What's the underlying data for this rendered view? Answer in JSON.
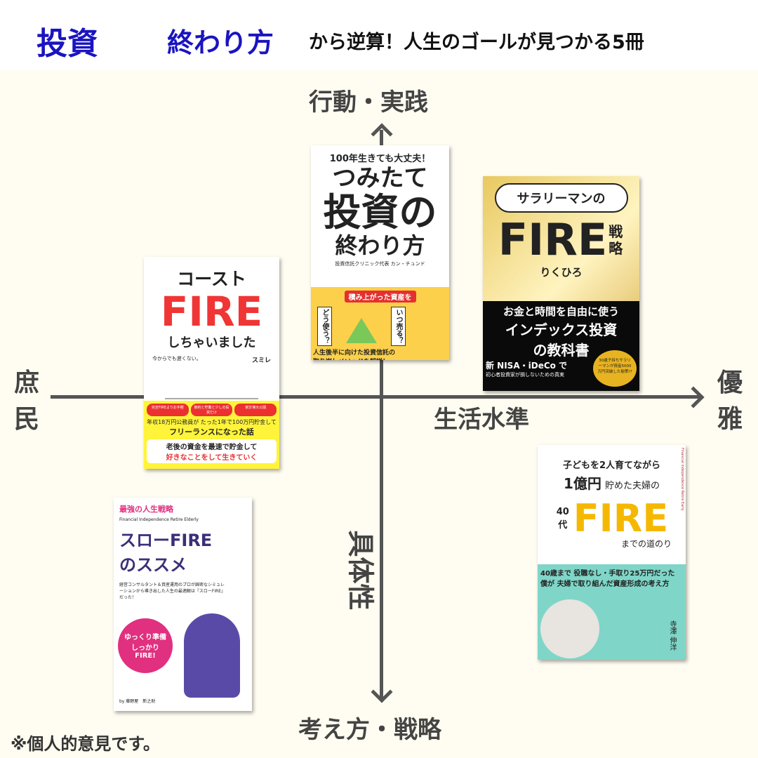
{
  "header": {
    "word1": "投資",
    "word2": "終わり方",
    "rest": "から逆算！人生のゴールが見つかる5冊"
  },
  "axes": {
    "top": "行動・実践",
    "bottom": "考え方・戦略",
    "left": "庶民",
    "right": "優雅",
    "x_label": "生活水準",
    "y_label": "具体性"
  },
  "colors": {
    "title_blue": "#1a14c0",
    "axis": "#555555",
    "background": "#fffdf1"
  },
  "books": [
    {
      "title_top": "コースト",
      "title_main": "FIRE",
      "title_sub": "しちゃいました",
      "tagline": "今からでも遅くない。",
      "author": "スミレ",
      "badges": [
        "完全FIREよりお手軽",
        "節約と貯蓄と少しの投資だけ",
        "家計簿大公開"
      ],
      "blurb1": "年収18万円公務員が たった1年で100万円貯金して",
      "blurb2": "フリーランスになった話",
      "bottom1": "老後の資金を最速で貯金して",
      "bottom2": "好きなことをして生きていく"
    },
    {
      "top": "100年生きても大丈夫！",
      "title1": "つみたて",
      "title2": "投資の",
      "title3": "終わり方",
      "author": "投資信託クリニック代表 カン・チュンド",
      "band": "積み上がった資産を",
      "q1": "どう使う？",
      "q2": "いつ売る？",
      "bottom": "人生後半に向けた投資信託の取り崩しメソッドを解説！"
    },
    {
      "bubble": "サラリーマンの",
      "title": "FIRE",
      "title_side": "戦略",
      "author": "りくひろ",
      "line1": "お金と時間を自由に使う",
      "line2": "インデックス投資",
      "line3": "の教科書",
      "line4": "新 NISA・iDeCo で",
      "line5": "初心者投資家が損しないための真実",
      "badge": "30歳子持ちサラリーマンが資産5000万円突破した秘策!?"
    },
    {
      "top": "最強の人生戦略",
      "en": "Financial Independence Retire Elderly",
      "title1": "スローFIRE",
      "title2": "のススメ",
      "desc": "経営コンサルタント＆資産運用のプロが綿密なシミュレーションから導き出した人生の最適解は『スローFIRE』だった！",
      "circle": "ゆっくり準備 しっかり FIRE!",
      "author": "by 藤野屋　新之助"
    },
    {
      "line1": "子どもを2人育てながら",
      "line2a": "1億円",
      "line2b": "貯めた夫婦の",
      "age": "40代",
      "title": "FIRE",
      "sub": "までの道のり",
      "side": "Financial Independence Retire Early",
      "desc": "40歳まで 役職なし・手取り25万円だった僕が 夫婦で取り組んだ資産形成の考え方",
      "author": "寺澤 伸洋"
    }
  ],
  "footnote": "※個人的意見です。"
}
